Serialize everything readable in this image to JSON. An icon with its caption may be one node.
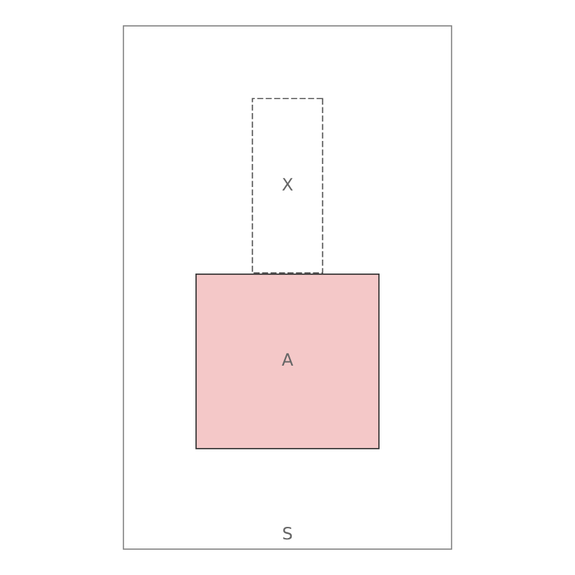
{
  "diagram": {
    "nodes": [
      {
        "text": [
          "S"
        ]
      },
      {
        "text": [
          "X"
        ],
        "in": 0
      },
      {
        "text": [
          "A"
        ],
        "in": 0
      }
    ]
  }
}
